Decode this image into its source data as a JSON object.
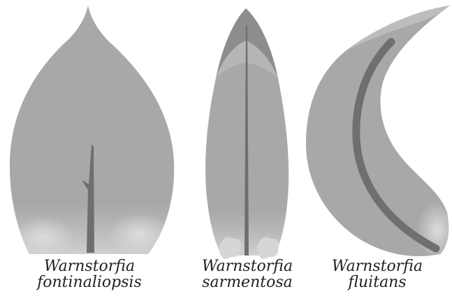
{
  "figure": {
    "leaves": [
      {
        "genus": "Warnstorfia",
        "species": "fontinaliopsis"
      },
      {
        "genus": "Warnstorfia",
        "species": "sarmentosa"
      },
      {
        "genus": "Warnstorfia",
        "species": "fluitans"
      }
    ]
  },
  "colors": {
    "leaf_fill": "#a8a8a8",
    "leaf_light": "#c4c4c4",
    "leaf_dark": "#8a8a8a",
    "costa": "#6f6f6f",
    "alar_cells": "#d4d4d4",
    "caption_text": "#222222",
    "background": "#ffffff"
  }
}
